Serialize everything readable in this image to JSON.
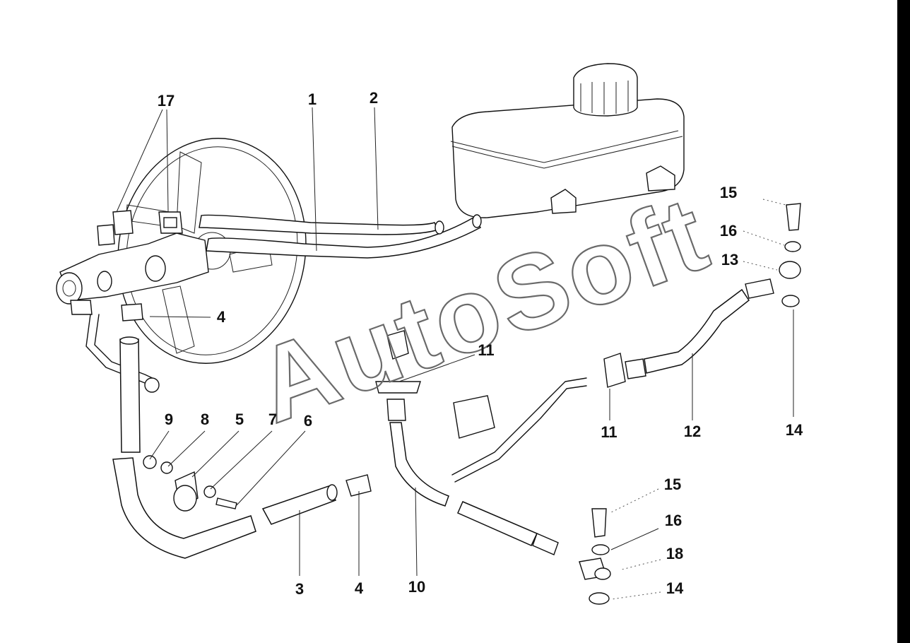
{
  "callouts": [
    {
      "id": "c1",
      "text": "1"
    },
    {
      "id": "c2",
      "text": "2"
    },
    {
      "id": "c17",
      "text": "17"
    },
    {
      "id": "c4a",
      "text": "4"
    },
    {
      "id": "c15a",
      "text": "15"
    },
    {
      "id": "c16a",
      "text": "16"
    },
    {
      "id": "c13",
      "text": "13"
    },
    {
      "id": "c14a",
      "text": "14"
    },
    {
      "id": "c11a",
      "text": "11"
    },
    {
      "id": "c11b",
      "text": "11"
    },
    {
      "id": "c12",
      "text": "12"
    },
    {
      "id": "c9",
      "text": "9"
    },
    {
      "id": "c8",
      "text": "8"
    },
    {
      "id": "c5",
      "text": "5"
    },
    {
      "id": "c7",
      "text": "7"
    },
    {
      "id": "c6",
      "text": "6"
    },
    {
      "id": "c15b",
      "text": "15"
    },
    {
      "id": "c16b",
      "text": "16"
    },
    {
      "id": "c18",
      "text": "18"
    },
    {
      "id": "c14b",
      "text": "14"
    },
    {
      "id": "c3",
      "text": "3"
    },
    {
      "id": "c4b",
      "text": "4"
    },
    {
      "id": "c10",
      "text": "10"
    }
  ],
  "watermark": "AutoSoft"
}
